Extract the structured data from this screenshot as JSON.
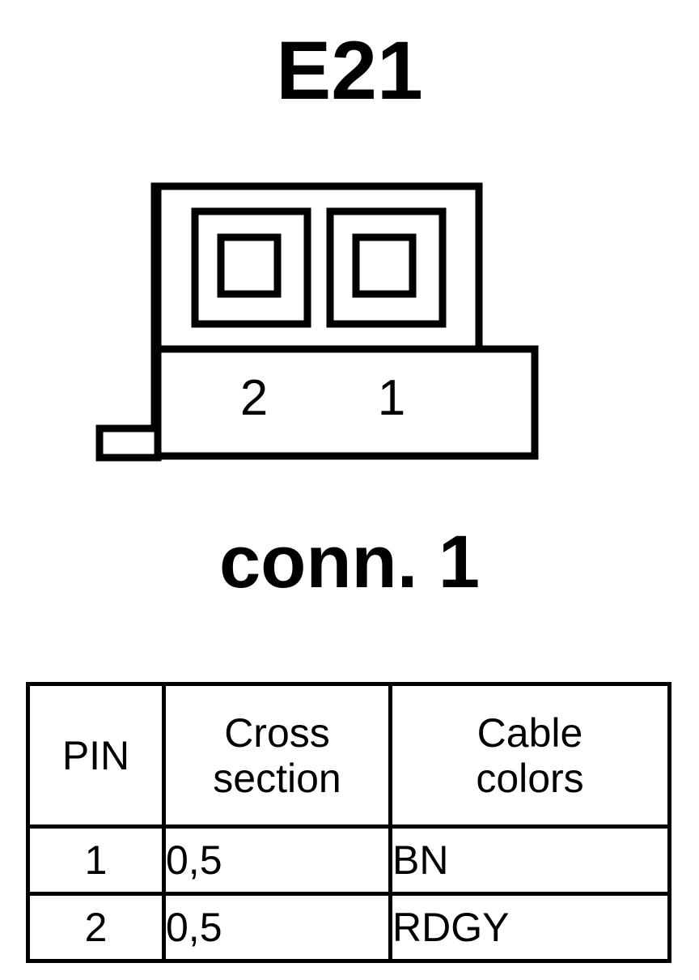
{
  "title": "E21",
  "caption": "conn. 1",
  "connector": {
    "name": "2-way-connector-outline",
    "pin_labels": [
      "2",
      "1"
    ],
    "cavity_count": 2,
    "stroke_color": "#000000",
    "fill_color": "#ffffff"
  },
  "table": {
    "headers": {
      "pin": "PIN",
      "cross_section_line1": "Cross",
      "cross_section_line2": "section",
      "cable_colors_line1": "Cable",
      "cable_colors_line2": "colors"
    },
    "rows": [
      {
        "pin": "1",
        "cross_section": "0,5",
        "cable_colors": "BN"
      },
      {
        "pin": "2",
        "cross_section": "0,5",
        "cable_colors": "RDGY"
      }
    ]
  }
}
